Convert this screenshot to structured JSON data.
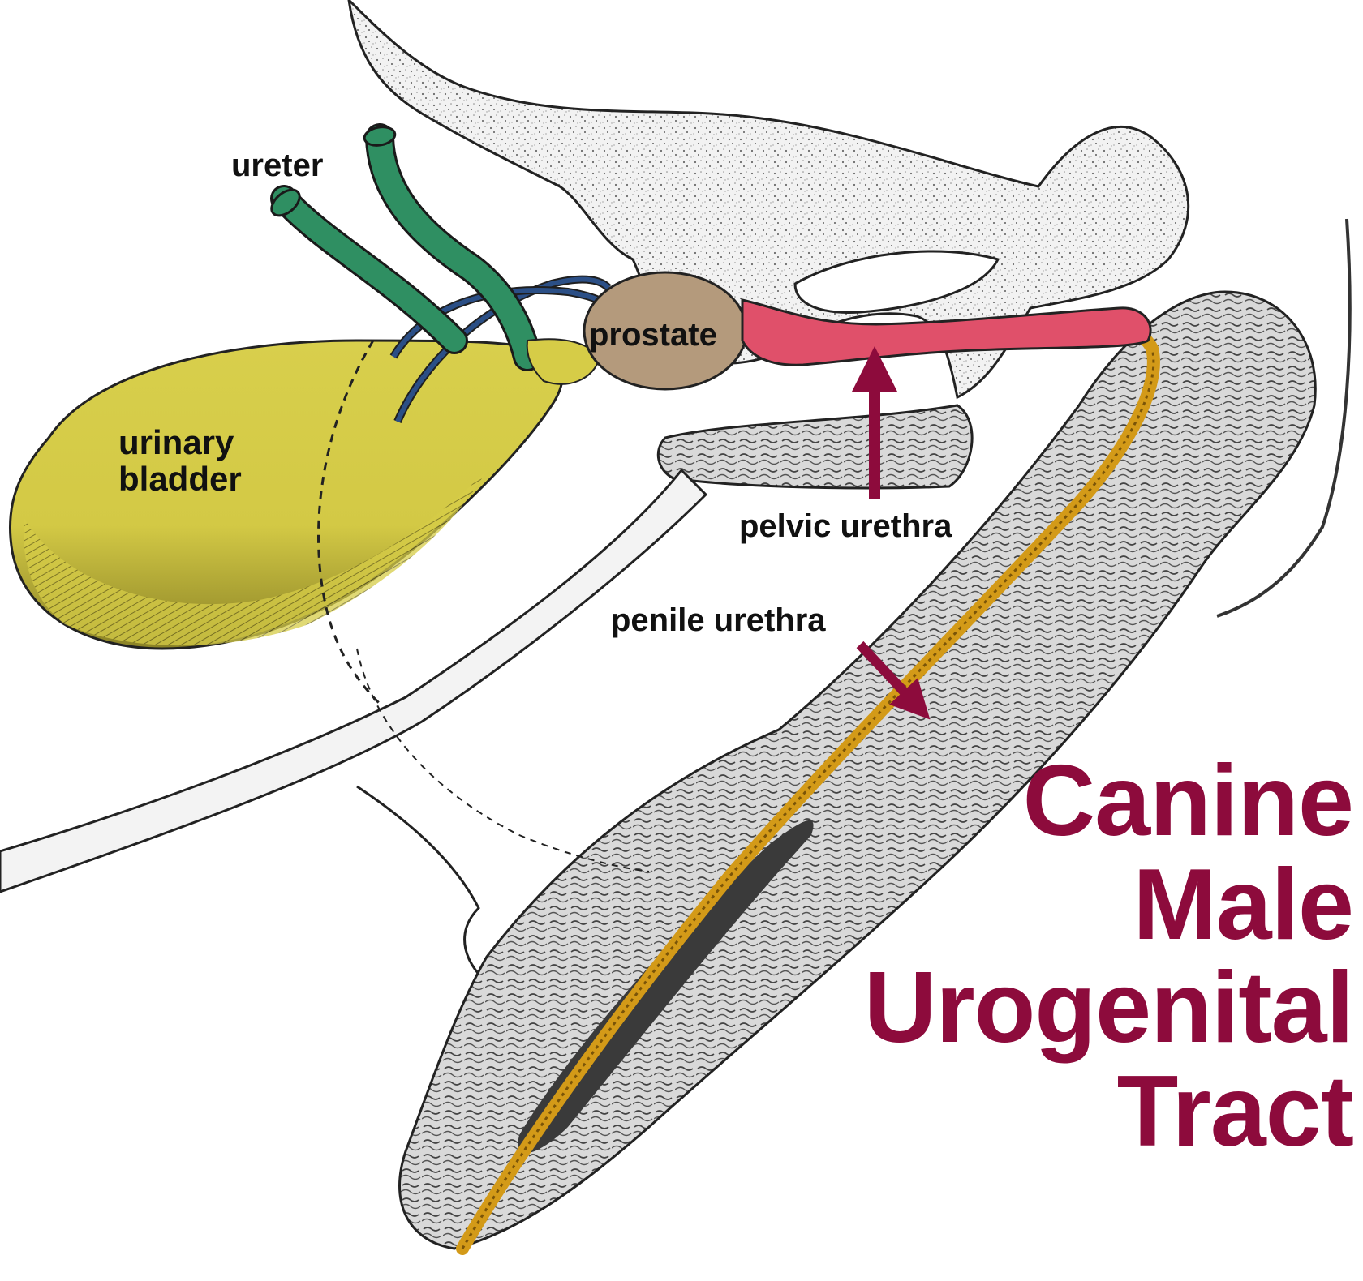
{
  "diagram": {
    "labels": {
      "ureter": "ureter",
      "urinary_bladder_line1": "urinary",
      "urinary_bladder_line2": "bladder",
      "prostate": "prostate",
      "pelvic_urethra": "pelvic urethra",
      "penile_urethra": "penile urethra"
    },
    "title": {
      "line1": "Canine",
      "line2": "Male",
      "line3": "Urogenital",
      "line4": "Tract"
    }
  },
  "colors": {
    "title": "#8d0b3c",
    "arrow": "#8d0b3c",
    "bladder": "#d6cc47",
    "ureter": "#2f8f62",
    "vas_deferens": "#2b4f86",
    "prostate": "#b49a7c",
    "pelvic_urethra": "#e0506a",
    "penile_urethra": "#d39a18",
    "bone": "#ececec",
    "tissue": "#d7d7d7"
  }
}
